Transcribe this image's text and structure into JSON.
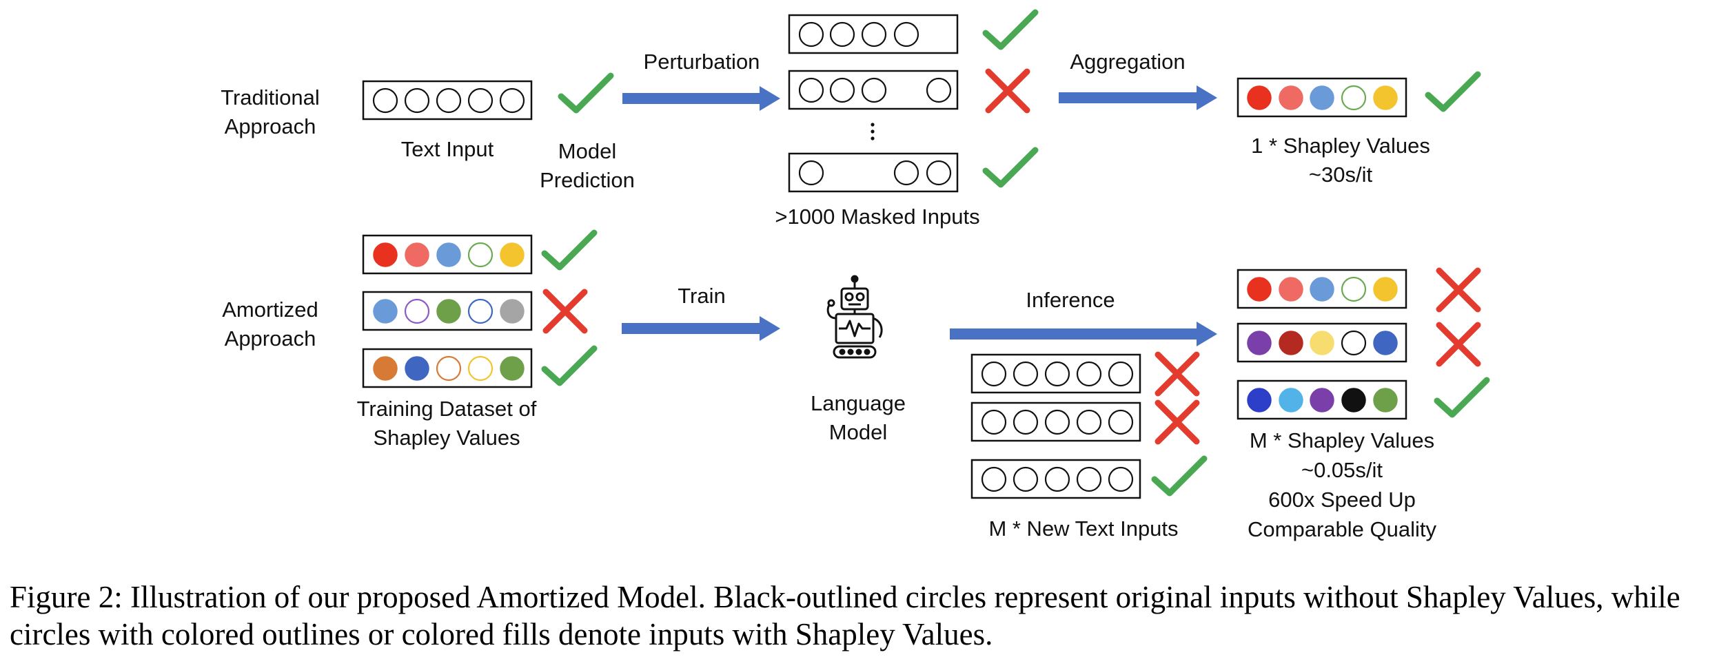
{
  "labels": {
    "traditional_approach": "Traditional\nApproach",
    "text_input": "Text Input",
    "model_prediction": "Model\nPrediction",
    "perturbation": "Perturbation",
    "masked_inputs": ">1000 Masked Inputs",
    "aggregation": "Aggregation",
    "shapley_one": "1 * Shapley Values\n~30s/it",
    "amortized_approach": "Amortized\nApproach",
    "training_dataset": "Training Dataset of\nShapley Values",
    "train": "Train",
    "language_model": "Language\nModel",
    "inference": "Inference",
    "new_text_inputs": "M * New Text Inputs",
    "shapley_m": "M * Shapley Values\n~0.05s/it\n600x Speed Up\nComparable Quality"
  },
  "caption": "Figure 2: Illustration of our proposed Amortized Model. Black-outlined circles represent original inputs without Shapley Values, while circles with colored outlines or colored fills denote inputs with Shapley Values.",
  "colors": {
    "arrow": "#4a72c4",
    "check": "#4aa853",
    "cross": "#e33b2e",
    "red": "#e8311e",
    "salmon": "#ee6a62",
    "sky": "#6a9ad8",
    "green_outline": "#6aaa50",
    "yellow": "#f3c42e",
    "gray": "#a5a5a5",
    "purple": "#7a3fa8",
    "violet_outline": "#8c5ac8",
    "green": "#6ea04a",
    "orange": "#d77a35",
    "blue": "#3f67c2",
    "dark_red": "#b52a20",
    "light_yellow": "#f7dc6f",
    "dark_blue": "#2d3fc9",
    "cyan": "#52b3e8",
    "black": "#111111"
  },
  "icons": [
    "check-icon",
    "cross-icon",
    "robot-icon",
    "arrow-icon",
    "vertical-ellipsis-icon"
  ]
}
